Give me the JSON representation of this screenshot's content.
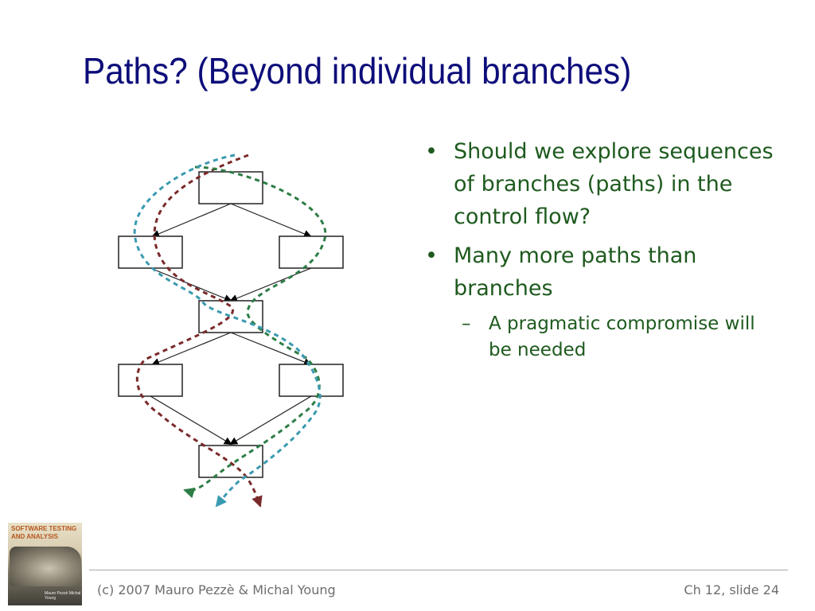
{
  "slide": {
    "title": "Paths? (Beyond individual branches)",
    "bullets": [
      {
        "text": "Should we explore sequences of branches (paths) in the control flow?"
      },
      {
        "text": "Many more paths than branches",
        "sub": "A pragmatic compromise will be needed"
      }
    ],
    "bullet_glyph": "•",
    "sub_glyph": "–"
  },
  "footer": {
    "left": "(c) 2007 Mauro Pezzè & Michal Young",
    "right": "Ch 12, slide 24"
  },
  "book_cover": {
    "title": "SOFTWARE TESTING AND ANALYSIS",
    "authors": "Mauro Pezzè Michal Young"
  },
  "colors": {
    "title": "#0d0d7a",
    "bullet_text": "#1e5a1e",
    "path_red": "#7a2a2a",
    "path_green": "#2e7d46",
    "path_cyan": "#3a9ab0",
    "footer_text": "#6e6e6e"
  }
}
